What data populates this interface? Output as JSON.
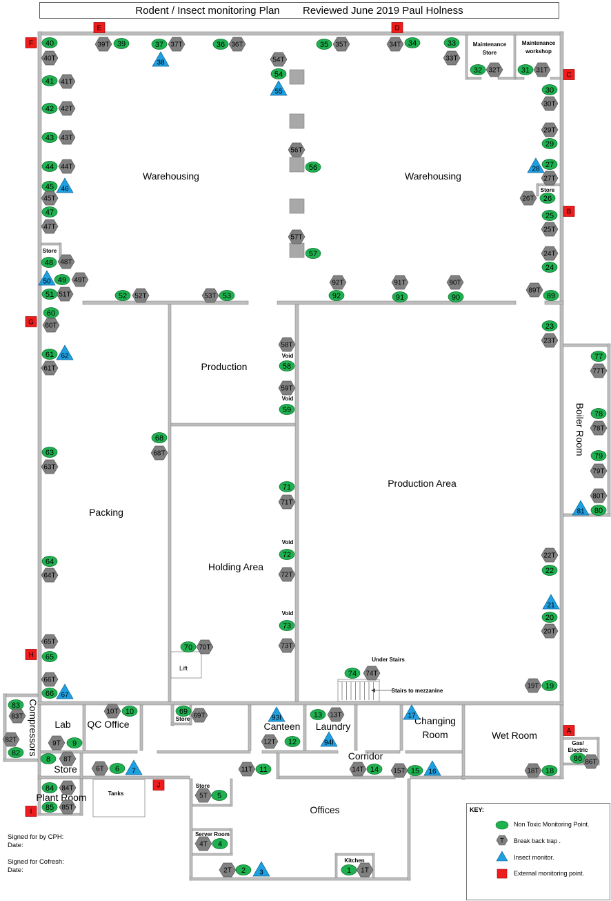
{
  "header": {
    "title": "Rodent / Insect monitoring Plan",
    "review": "Reviewed June 2019 Paul Holness"
  },
  "rooms": {
    "warehousing_left": "Warehousing",
    "warehousing_right": "Warehousing",
    "maintenance_store_1": "Maintenance",
    "maintenance_store_2": "Store",
    "maintenance_workshop_1": "Maintenance",
    "maintenance_workshop_2": "workshop",
    "store_right": "Store",
    "store_left": "Store",
    "production": "Production",
    "void_58": "Void",
    "void_59": "Void",
    "void_72": "Void",
    "void_73": "Void",
    "production_area": "Production Area",
    "boiler_room": "Boiler Room",
    "packing": "Packing",
    "holding_area": "Holding Area",
    "lift": "Lift",
    "under_stairs": "Under Stairs",
    "stairs_mezzanine": "Stairs to mezzanine",
    "compressors": "Compressors",
    "lab": "Lab",
    "qc_office": "QC Office",
    "store_69": "Store",
    "canteen": "Canteen",
    "laundry": "Laundry",
    "changing_room_1": "Changing",
    "changing_room_2": "Room",
    "wet_room": "Wet Room",
    "gas_electric_1": "Gas/",
    "gas_electric_2": "Electric",
    "corridor": "Corridor",
    "store_bottom_left": "Store",
    "plant_room": "Plant Room",
    "tanks": "Tanks",
    "store_5": "Store",
    "server_room": "Server Room",
    "offices": "Offices",
    "kitchen": "Kitchen"
  },
  "signatures": {
    "signed_cph": "Signed for by CPH:",
    "date_1": "Date:",
    "signed_cofresh": "Signed for Cofresh:",
    "date_2": "Date:"
  },
  "key": {
    "title": "KEY:",
    "non_toxic": "Non Toxic Monitoring Point.",
    "break_back": "Break back trap .",
    "insect": "Insect monitor.",
    "external": "External monitoring point."
  },
  "colors": {
    "non_toxic": "#1fb150",
    "break_back": "#808080",
    "insect": "#1e9fe0",
    "external": "#ee1c1c",
    "wall": "#bdbdbd",
    "pillar": "#a8a8a8"
  },
  "external_points": [
    "A",
    "B",
    "C",
    "D",
    "E",
    "F",
    "G",
    "H",
    "I",
    "J"
  ],
  "non_toxic_points": [
    "1",
    "2",
    "5",
    "4",
    "6",
    "8",
    "9",
    "10",
    "11",
    "12",
    "13",
    "14",
    "15",
    "18",
    "19",
    "20",
    "22",
    "23",
    "24",
    "25",
    "26",
    "27",
    "29",
    "30",
    "31",
    "32",
    "33",
    "34",
    "35",
    "36",
    "37",
    "39",
    "40",
    "41",
    "42",
    "43",
    "44",
    "45",
    "47",
    "48",
    "49",
    "51",
    "52",
    "53",
    "54",
    "56",
    "57",
    "58",
    "59",
    "60",
    "61",
    "63",
    "64",
    "65",
    "66",
    "68",
    "69",
    "70",
    "71",
    "72",
    "73",
    "74",
    "77",
    "78",
    "79",
    "80",
    "82",
    "83",
    "84",
    "85",
    "86",
    "89",
    "90",
    "91",
    "92"
  ],
  "break_back_traps": [
    "1T",
    "2T",
    "4T",
    "5T",
    "6T",
    "8T",
    "9T",
    "10T",
    "11T",
    "12T",
    "13T",
    "14T",
    "15T",
    "18T",
    "19T",
    "20T",
    "22T",
    "23T",
    "24T",
    "25T",
    "26T",
    "27T",
    "29T",
    "30T",
    "31T",
    "32T",
    "33T",
    "34T",
    "35T",
    "36T",
    "37T",
    "39T",
    "40T",
    "41T",
    "42T",
    "43T",
    "44T",
    "45T",
    "47T",
    "48T",
    "49T",
    "51T",
    "52T",
    "53T",
    "54T",
    "56T",
    "57T",
    "58T",
    "59T",
    "60T",
    "61T",
    "63T",
    "64T",
    "65T",
    "66T",
    "68T",
    "69T",
    "70T",
    "71T",
    "72T",
    "73T",
    "74T",
    "77T",
    "78T",
    "79T",
    "80T",
    "82T",
    "83T",
    "84T",
    "85T",
    "86T",
    "89T",
    "90T",
    "91T",
    "92T"
  ],
  "insect_monitors": [
    "3",
    "7",
    "16",
    "17",
    "21",
    "28",
    "38",
    "46",
    "50",
    "55",
    "62",
    "67",
    "81",
    "93I",
    "94I"
  ]
}
